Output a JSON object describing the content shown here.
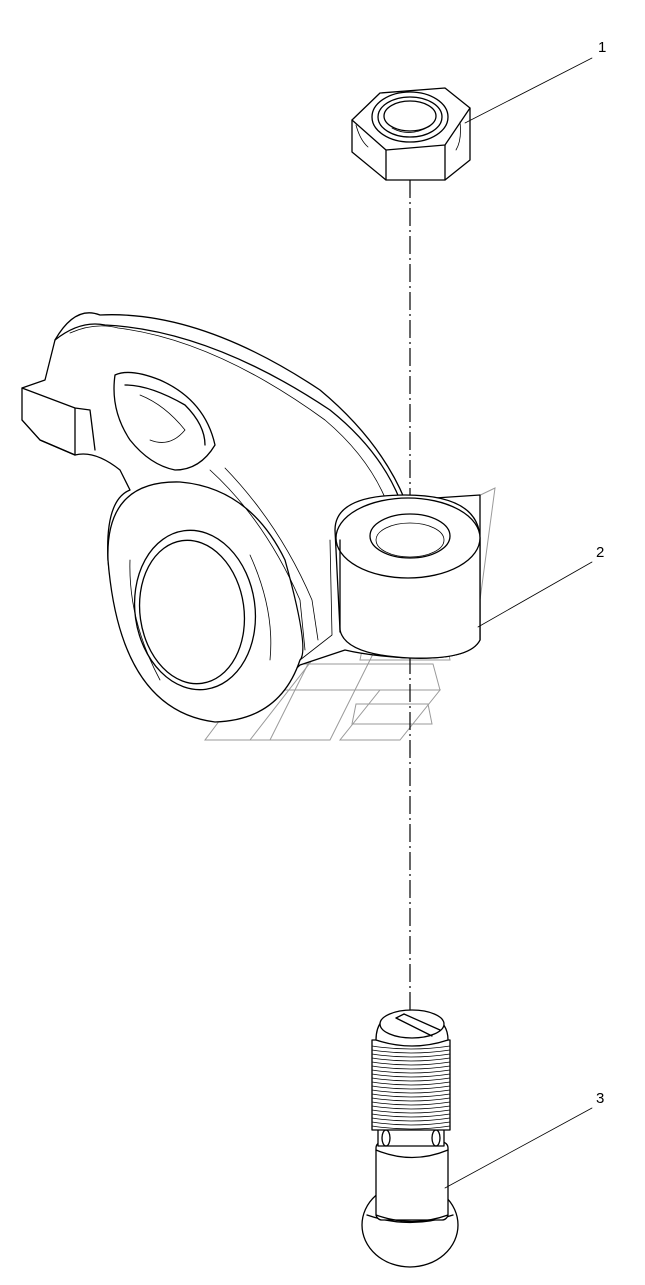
{
  "callouts": [
    {
      "number": "1",
      "part": "nut"
    },
    {
      "number": "2",
      "part": "rocker-arm"
    },
    {
      "number": "3",
      "part": "adjusting-screw"
    }
  ]
}
